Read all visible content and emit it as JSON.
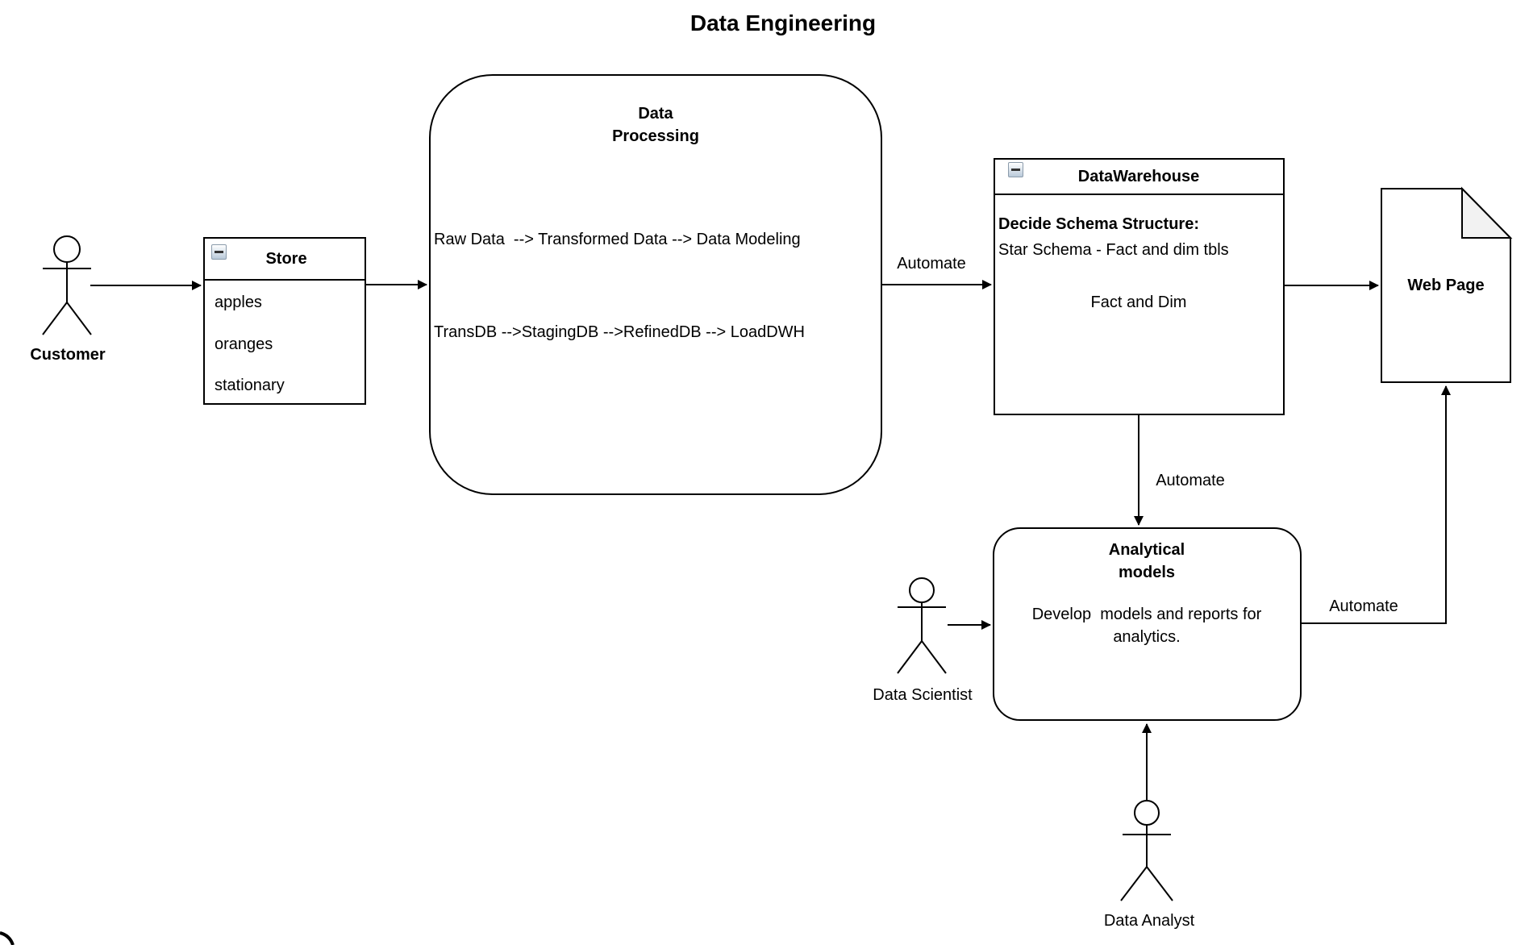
{
  "title": "Data Engineering",
  "colors": {
    "stroke": "#000000",
    "shape_fill": "#ffffff",
    "note_fold_fill": "#f2f2f2",
    "background": "#ffffff"
  },
  "icons": {
    "collapse": "minus-icon"
  },
  "actors": {
    "customer": {
      "label": "Customer"
    },
    "data_scientist": {
      "label": "Data Scientist"
    },
    "data_analyst": {
      "label": "Data Analyst"
    }
  },
  "store": {
    "title": "Store",
    "items": [
      "apples",
      "oranges",
      "stationary"
    ]
  },
  "data_processing": {
    "title_line1": "Data",
    "title_line2": "Processing",
    "flow_line1": "Raw Data  --> Transformed Data --> Data Modeling",
    "flow_line2": "TransDB -->StagingDB -->RefinedDB --> LoadDWH"
  },
  "data_warehouse": {
    "title": "DataWarehouse",
    "line1": "Decide Schema Structure:",
    "line2": "Star Schema - Fact and dim tbls",
    "line3": "Fact and Dim"
  },
  "analytical_models": {
    "title_line1": "Analytical",
    "title_line2": "models",
    "body_line1": "Develop  models and reports for",
    "body_line2": "analytics."
  },
  "web_page": {
    "label": "Web Page"
  },
  "edge_labels": {
    "dp_to_dw": "Automate",
    "dw_to_am": "Automate",
    "am_to_web": "Automate"
  }
}
